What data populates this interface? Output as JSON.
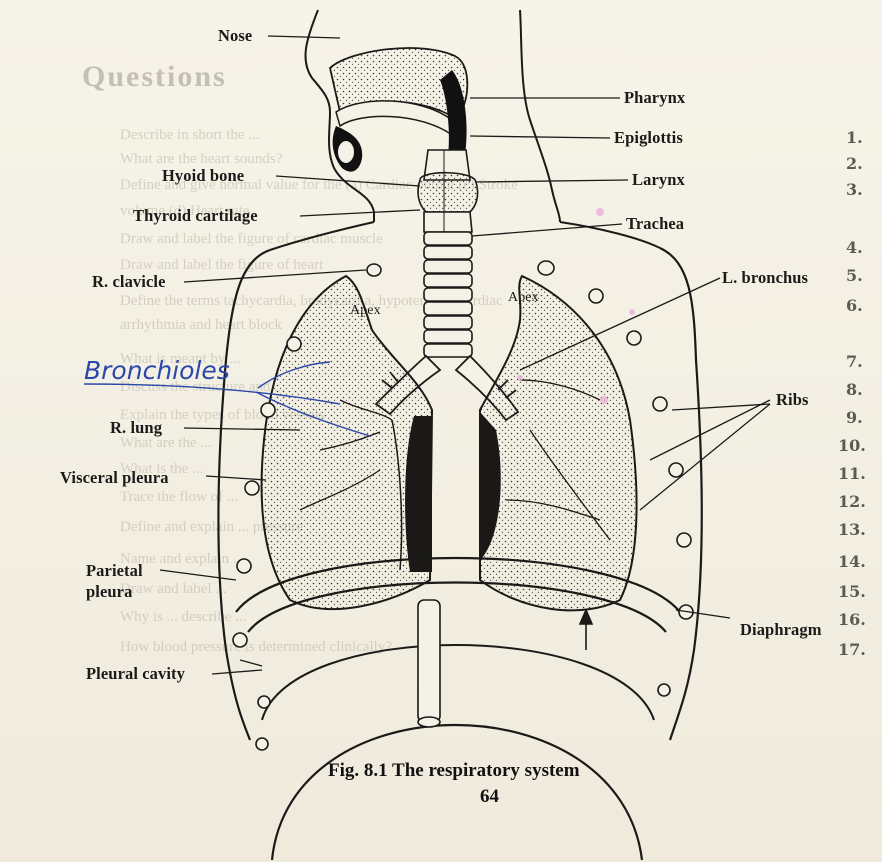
{
  "labels": {
    "nose": "Nose",
    "pharynx": "Pharynx",
    "epiglottis": "Epiglottis",
    "hyoid_bone": "Hyoid bone",
    "larynx": "Larynx",
    "thyroid_cartilage": "Thyroid cartilage",
    "trachea": "Trachea",
    "r_clavicle": "R. clavicle",
    "l_bronchus": "L. bronchus",
    "apex_left": "Apex",
    "apex_right": "Apex",
    "ribs": "Ribs",
    "r_lung": "R. lung",
    "visceral_pleura": "Visceral pleura",
    "parietal_pleura": "Parietal\npleura",
    "diaphragm": "Diaphragm",
    "pleural_cavity": "Pleural cavity"
  },
  "handwritten": {
    "bronchioles": "Bronchioles"
  },
  "caption": {
    "figure": "Fig. 8.1 The respiratory system",
    "page_number": "64"
  },
  "background_text": {
    "question_numbers": [
      "1.",
      "2.",
      "3.",
      "4.",
      "5.",
      "6.",
      "7.",
      "8.",
      "9.",
      "10.",
      "11.",
      "12.",
      "13.",
      "14.",
      "15.",
      "16.",
      "17."
    ],
    "header_word": "Questions",
    "questions": [
      "Describe in short the ...",
      "What are the heart sounds?",
      "Define and give normal value for the (a) Cardiac output (c) Stroke",
      "volume (d) Heart rate",
      "Draw and label the figure of cardiac muscle",
      "Draw and label the figure of heart",
      "Define the terms tachycardia, bradycardia, hypotension, cardiac",
      "arrhythmia and heart block",
      "What is meant by ...",
      "Discuss the structure and ...",
      "Explain the types of blood vessels",
      "What are the ...",
      "What is the ...",
      "Trace the flow of ...",
      "Define and explain ... pressure",
      "Name and explain ...",
      "Draw and label ...",
      "Why is ... describe ...",
      "How blood pressure is determined clinically?"
    ]
  },
  "colors": {
    "paper": "#f4f1e6",
    "ink": "#1b1a18",
    "pen": "#2b47a9",
    "ghost": "#b9b4a4",
    "highlight": "#e9a8d8"
  }
}
